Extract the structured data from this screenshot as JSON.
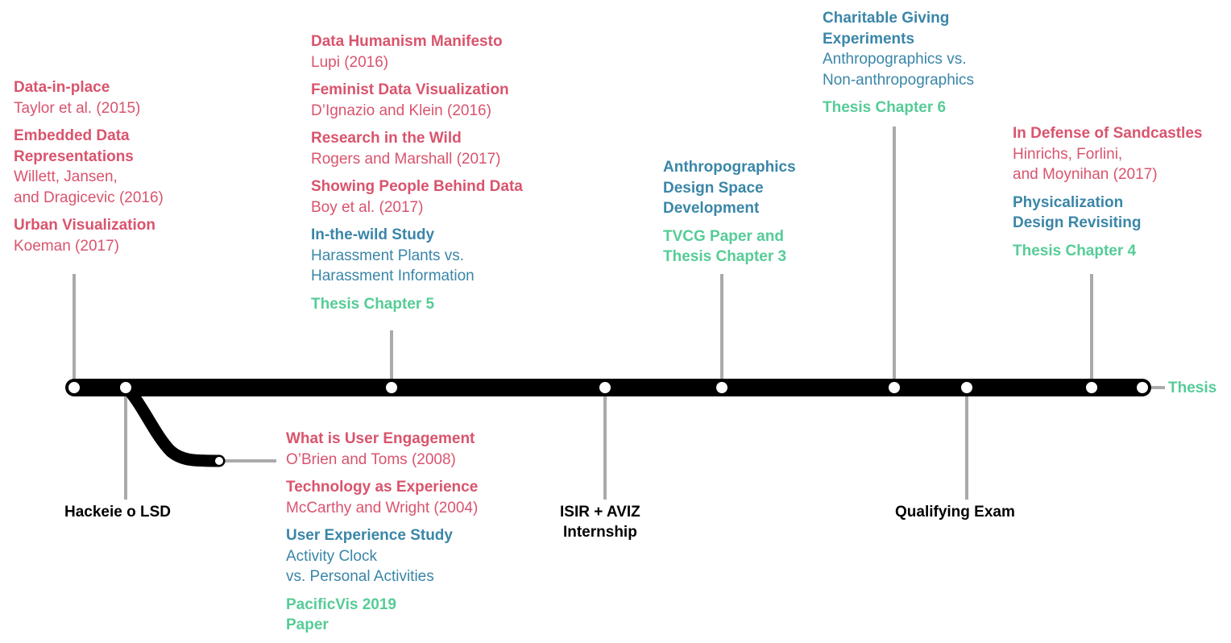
{
  "colors": {
    "reference": "#d9546d",
    "study": "#3a86a8",
    "output": "#56cc96",
    "track": "#000000",
    "connector": "#aaaaaa"
  },
  "end_label": "Thesis",
  "groups": {
    "g1": [
      {
        "kind": "reference",
        "title": [
          "Data-in-place"
        ],
        "body": [
          "Taylor et al. (2015)"
        ]
      },
      {
        "kind": "reference",
        "title": [
          "Embedded Data",
          "Representations"
        ],
        "body": [
          "Willett, Jansen,",
          "and Dragicevic (2016)"
        ]
      },
      {
        "kind": "reference",
        "title": [
          "Urban Visualization"
        ],
        "body": [
          "Koeman (2017)"
        ]
      }
    ],
    "g2": [
      {
        "kind": "reference",
        "title": [
          "Data Humanism Manifesto"
        ],
        "body": [
          "Lupi (2016)"
        ]
      },
      {
        "kind": "reference",
        "title": [
          "Feminist Data Visualization"
        ],
        "body": [
          "D’Ignazio and Klein (2016)"
        ]
      },
      {
        "kind": "reference",
        "title": [
          "Research in the Wild"
        ],
        "body": [
          "Rogers and Marshall (2017)"
        ]
      },
      {
        "kind": "reference",
        "title": [
          "Showing People Behind Data"
        ],
        "body": [
          "Boy et al. (2017)"
        ]
      },
      {
        "kind": "study",
        "title": [
          "In-the-wild Study"
        ],
        "body": [
          "Harassment Plants vs.",
          "Harassment Information"
        ]
      },
      {
        "kind": "output",
        "title": [
          "Thesis Chapter 5"
        ],
        "body": []
      }
    ],
    "g3": [
      {
        "kind": "study",
        "title": [
          "Anthropographics",
          "Design Space",
          "Development"
        ],
        "body": []
      },
      {
        "kind": "output",
        "title": [
          "TVCG Paper and",
          "Thesis Chapter 3"
        ],
        "body": []
      }
    ],
    "g4": [
      {
        "kind": "study",
        "title": [
          "Charitable Giving",
          "Experiments"
        ],
        "body": [
          "Anthropographics vs.",
          "Non-anthropographics"
        ]
      },
      {
        "kind": "output",
        "title": [
          "Thesis Chapter 6"
        ],
        "body": []
      }
    ],
    "g5": [
      {
        "kind": "reference",
        "title": [
          "In Defense of Sandcastles"
        ],
        "body": [
          "Hinrichs, Forlini,",
          "and Moynihan (2017)"
        ]
      },
      {
        "kind": "study",
        "title": [
          "Physicalization",
          "Design Revisiting"
        ],
        "body": []
      },
      {
        "kind": "output",
        "title": [
          "Thesis Chapter 4"
        ],
        "body": []
      }
    ],
    "g6": [
      {
        "kind": "reference",
        "title": [
          "What is User Engagement"
        ],
        "body": [
          "O’Brien and Toms (2008)"
        ]
      },
      {
        "kind": "reference",
        "title": [
          "Technology as Experience"
        ],
        "body": [
          "McCarthy and Wright (2004)"
        ]
      },
      {
        "kind": "study",
        "title": [
          "User Experience Study"
        ],
        "body": [
          "Activity Clock",
          "vs. Personal Activities"
        ]
      },
      {
        "kind": "output",
        "title": [
          "PacificVis 2019",
          "Paper"
        ],
        "body": []
      }
    ]
  },
  "events": {
    "hackeie": "Hackeie o LSD",
    "internship": "ISIR + AVIZ\nInternship",
    "qualifying": "Qualifying Exam"
  }
}
